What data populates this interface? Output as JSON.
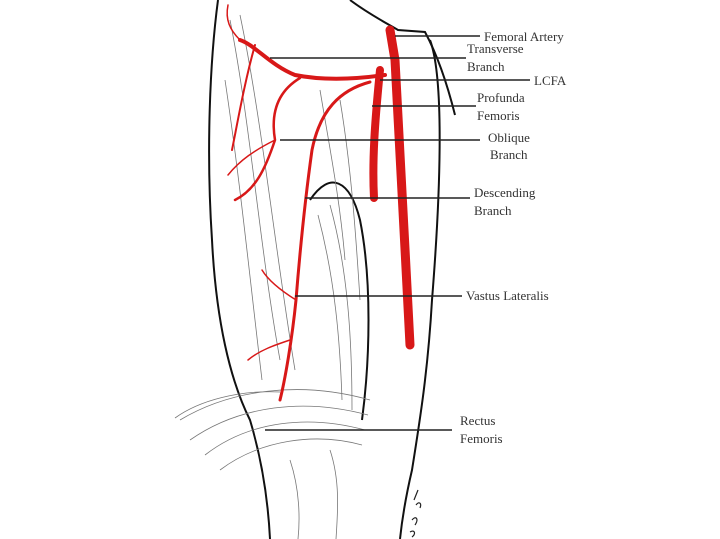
{
  "figure": {
    "labels": {
      "femoral_artery": "Femoral Artery",
      "transverse_branch": [
        "Transverse",
        "Branch"
      ],
      "lcfa": "LCFA",
      "profunda_femoris": [
        "Profunda",
        "Femoris"
      ],
      "oblique_branch": [
        "Oblique",
        "Branch"
      ],
      "descending_branch": [
        "Descending",
        "Branch"
      ],
      "vastus_lateralis": "Vastus Lateralis",
      "rectus_femoris": [
        "Rectus",
        "Femoris"
      ]
    },
    "artery_color": "#d81818"
  }
}
